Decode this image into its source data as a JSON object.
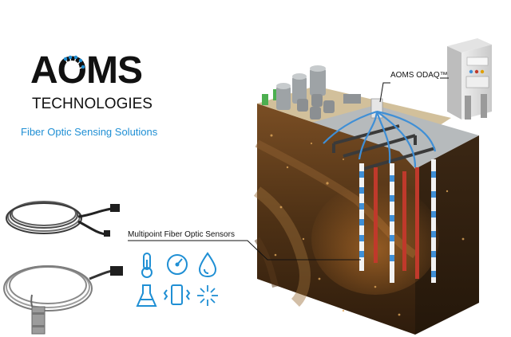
{
  "brand": {
    "name": "AOMS",
    "subtitle": "TECHNOLOGIES",
    "tagline": "Fiber Optic Sensing Solutions"
  },
  "callouts": {
    "odaq": "AOMS ODAQ™",
    "sensors": "Multipoint Fiber Optic Sensors"
  },
  "icons": [
    "thermometer-icon",
    "pressure-gauge-icon",
    "water-drop-icon",
    "flask-icon",
    "vibration-phone-icon",
    "light-burst-icon"
  ],
  "colors": {
    "accent_blue": "#1f8fd4",
    "logo_black": "#111111",
    "soil_dark": "#3a2614",
    "soil_mid": "#6b4421",
    "grass_top": "#c9b48f",
    "concrete": "#b9bdbf",
    "cable_blue": "#3f8fd6",
    "rod_red": "#c0392b"
  }
}
